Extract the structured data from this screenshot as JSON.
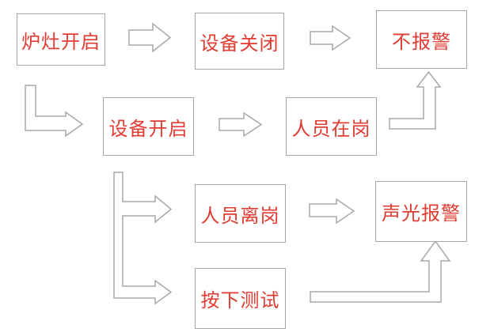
{
  "diagram": {
    "type": "flowchart",
    "background": "#ffffff",
    "colors": {
      "node_text": "#e23c32",
      "node_border": "#a6a6a6",
      "arrow_outline": "#a8a8a8"
    },
    "nodes": [
      {
        "id": "stove-on",
        "label": "炉灶开启"
      },
      {
        "id": "device-off",
        "label": "设备关闭"
      },
      {
        "id": "no-alarm",
        "label": "不报警"
      },
      {
        "id": "device-on",
        "label": "设备开启"
      },
      {
        "id": "person-present",
        "label": "人员在岗"
      },
      {
        "id": "person-away",
        "label": "人员离岗"
      },
      {
        "id": "sound-light-alarm",
        "label": "声光报警"
      },
      {
        "id": "press-test",
        "label": "按下测试"
      }
    ],
    "edges": [
      {
        "from": "stove-on",
        "to": "device-off",
        "style": "straight-right"
      },
      {
        "from": "device-off",
        "to": "no-alarm",
        "style": "straight-right"
      },
      {
        "from": "stove-on",
        "to": "device-on",
        "style": "elbow-down-right"
      },
      {
        "from": "device-on",
        "to": "person-present",
        "style": "straight-right"
      },
      {
        "from": "person-present",
        "to": "no-alarm",
        "style": "elbow-right-up"
      },
      {
        "from": "device-on",
        "to": "person-away",
        "style": "branch-down-right"
      },
      {
        "from": "device-on",
        "to": "press-test",
        "style": "branch-down-right"
      },
      {
        "from": "person-away",
        "to": "sound-light-alarm",
        "style": "straight-right"
      },
      {
        "from": "press-test",
        "to": "sound-light-alarm",
        "style": "elbow-right-up"
      }
    ]
  }
}
